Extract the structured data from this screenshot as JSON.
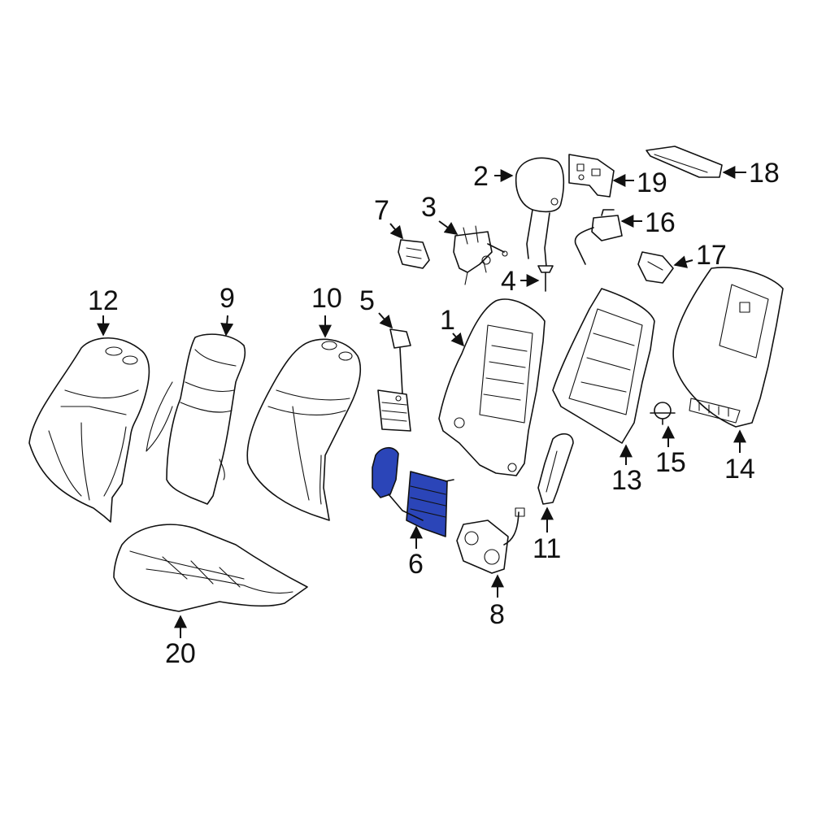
{
  "callouts": {
    "c1": "1",
    "c2": "2",
    "c3": "3",
    "c4": "4",
    "c5": "5",
    "c6": "6",
    "c7": "7",
    "c8": "8",
    "c9": "9",
    "c10": "10",
    "c11": "11",
    "c12": "12",
    "c13": "13",
    "c14": "14",
    "c15": "15",
    "c16": "16",
    "c17": "17",
    "c18": "18",
    "c19": "19",
    "c20": "20"
  },
  "colors": {
    "highlight": "#2b45b8",
    "line": "#111111",
    "background": "#ffffff"
  }
}
